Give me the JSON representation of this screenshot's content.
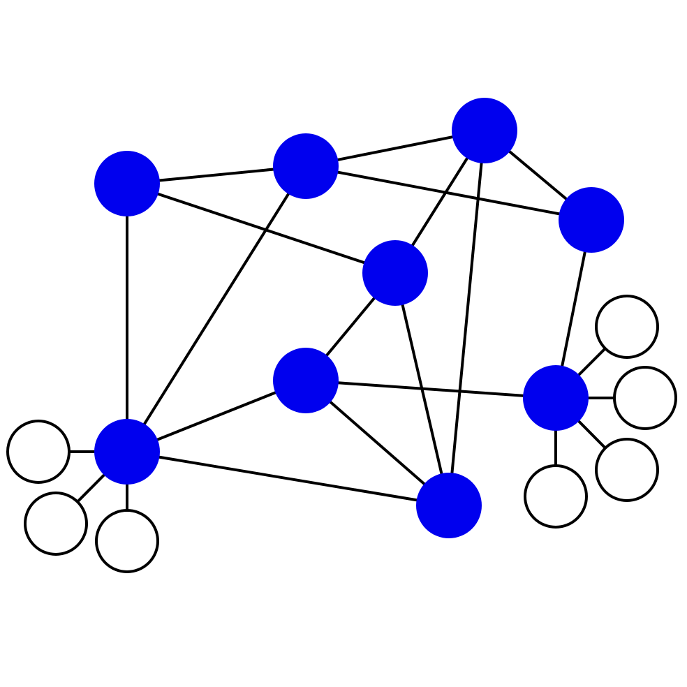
{
  "graph": {
    "node_color_filled": "#0000ee",
    "node_color_hollow": "#ffffff",
    "edge_color": "#000000",
    "nodes": [
      {
        "id": "n1",
        "kind": "filled"
      },
      {
        "id": "n2",
        "kind": "filled"
      },
      {
        "id": "n3",
        "kind": "filled"
      },
      {
        "id": "n4",
        "kind": "filled"
      },
      {
        "id": "n5",
        "kind": "filled"
      },
      {
        "id": "n6",
        "kind": "filled"
      },
      {
        "id": "n7",
        "kind": "filled"
      },
      {
        "id": "n8",
        "kind": "filled"
      },
      {
        "id": "n9",
        "kind": "filled"
      },
      {
        "id": "h1",
        "kind": "hollow"
      },
      {
        "id": "h2",
        "kind": "hollow"
      },
      {
        "id": "h3",
        "kind": "hollow"
      },
      {
        "id": "h4",
        "kind": "hollow"
      },
      {
        "id": "h5",
        "kind": "hollow"
      },
      {
        "id": "h6",
        "kind": "hollow"
      },
      {
        "id": "h7",
        "kind": "hollow"
      }
    ],
    "edges": [
      [
        "n1",
        "n2"
      ],
      [
        "n1",
        "n5"
      ],
      [
        "n1",
        "n7"
      ],
      [
        "n2",
        "n3"
      ],
      [
        "n2",
        "n4"
      ],
      [
        "n2",
        "n7"
      ],
      [
        "n3",
        "n4"
      ],
      [
        "n3",
        "n5"
      ],
      [
        "n3",
        "n9"
      ],
      [
        "n4",
        "n8"
      ],
      [
        "n5",
        "n6"
      ],
      [
        "n5",
        "n9"
      ],
      [
        "n6",
        "n7"
      ],
      [
        "n6",
        "n8"
      ],
      [
        "n6",
        "n9"
      ],
      [
        "n7",
        "n9"
      ],
      [
        "n7",
        "h1"
      ],
      [
        "n7",
        "h2"
      ],
      [
        "n7",
        "h3"
      ],
      [
        "n8",
        "h4"
      ],
      [
        "n8",
        "h5"
      ],
      [
        "n8",
        "h6"
      ],
      [
        "n8",
        "h7"
      ]
    ]
  }
}
